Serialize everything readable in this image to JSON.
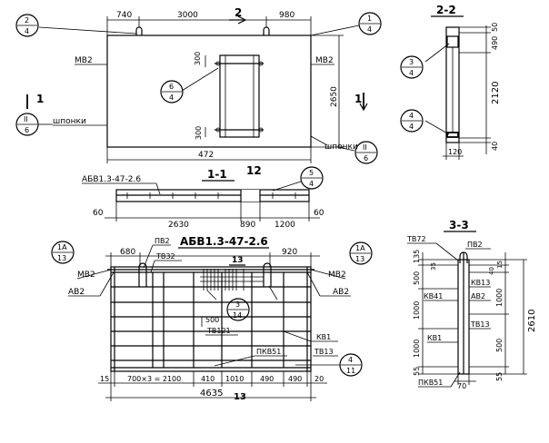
{
  "panel_top": {
    "dims_top": [
      "740",
      "3000",
      "980"
    ],
    "dim_bottom": "472",
    "dim_right": "2650",
    "marks": {
      "mv2_left": "MB2",
      "mv2_right": "MB2",
      "shponki_left": "шпонки",
      "shponki_right": "шпонки"
    },
    "dim_300_top": "300",
    "dim_300_bottom": "300",
    "cut_1": "1",
    "cut_2": "2"
  },
  "section_22": {
    "title": "2-2",
    "dims_right": [
      "50",
      "490",
      "2120",
      "40"
    ],
    "dim_bottom": "120"
  },
  "section_11": {
    "title": "1-1",
    "mark_big": "12",
    "label": "АБВ1.3-47-2.6",
    "dims": [
      "60",
      "2630",
      "890",
      "1200",
      "60"
    ]
  },
  "elevation": {
    "label": "АБВ1.3-47-2.6",
    "dims_top": [
      "680",
      "920"
    ],
    "bars": {
      "pv2": "ПВ2",
      "tv32": "ТВ32",
      "mv2_left": "MB2",
      "av2_left": "AB2",
      "mv2_right": "MB2",
      "av2_right": "AB2",
      "tb121": "ТВ121",
      "kb1": "КВ1",
      "pkv51": "ПКВ51",
      "tb13": "ТВ13",
      "t13": "13"
    },
    "dim_500": "500",
    "dims_bottom": [
      "15",
      "700×3 = 2100",
      "410",
      "1010",
      "490",
      "490",
      "20"
    ],
    "dim_total": "4635",
    "mark_bottom": "13"
  },
  "section_33": {
    "title": "3-3",
    "bars": {
      "tv72": "ТВ72",
      "pv2": "ПВ2",
      "kv13": "КВ13",
      "kv41": "КВ41",
      "av2": "AB2",
      "tb13": "ТВ13",
      "kb1": "КВ1",
      "pkv51": "ПКВ51"
    },
    "dims_left": [
      "135",
      "35",
      "500",
      "1000",
      "1000",
      "55"
    ],
    "dims_right": [
      "15",
      "40",
      "1000",
      "500",
      "55"
    ],
    "dim_total": "2610",
    "dim_70": "70"
  },
  "callouts": {
    "c2_4": [
      "2",
      "4"
    ],
    "c1_4": [
      "1",
      "4"
    ],
    "c6_4": [
      "6",
      "4"
    ],
    "cII_6_left": [
      "II",
      "6"
    ],
    "cII_6_right": [
      "II",
      "6"
    ],
    "c3_4": [
      "3",
      "4"
    ],
    "c4_4": [
      "4",
      "4"
    ],
    "c5_4": [
      "5",
      "4"
    ],
    "c1A_13_left": [
      "1А",
      "13"
    ],
    "c1A_13_right": [
      "1А",
      "13"
    ],
    "c3_14": [
      "3",
      "14"
    ],
    "c4_11": [
      "4",
      "11"
    ]
  }
}
